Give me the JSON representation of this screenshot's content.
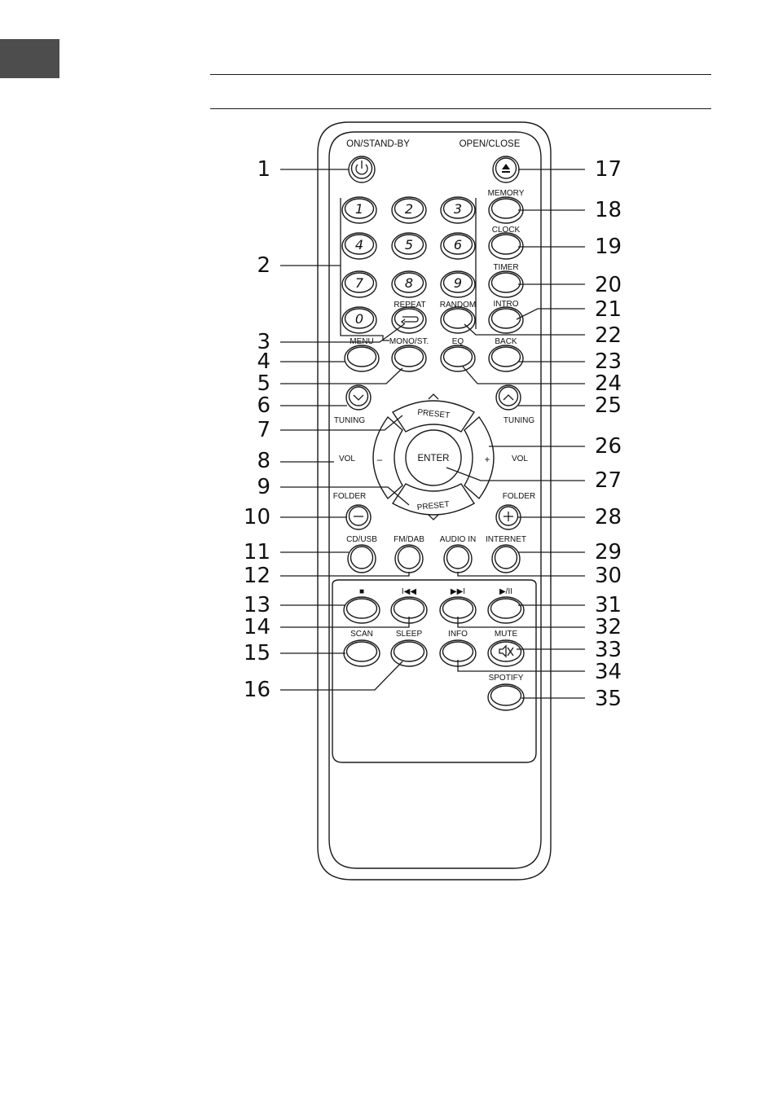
{
  "labels": {
    "on_standby": "ON/STAND-BY",
    "open_close": "OPEN/CLOSE",
    "memory": "MEMORY",
    "clock": "CLOCK",
    "timer": "TIMER",
    "intro": "INTRO",
    "repeat": "REPEAT",
    "random": "RANDOM",
    "menu": "MENU",
    "mono_st": "MONO/ST.",
    "eq": "EQ",
    "back": "BACK",
    "tuning_left": "TUNING",
    "tuning_right": "TUNING",
    "preset_top": "PRESET",
    "preset_bottom": "PRESET",
    "vol_left": "VOL",
    "vol_right": "VOL",
    "vol_minus": "–",
    "vol_plus": "+",
    "enter": "ENTER",
    "folder_left": "FOLDER",
    "folder_right": "FOLDER",
    "cd_usb": "CD/USB",
    "fm_dab": "FM/DAB",
    "audio_in": "AUDIO IN",
    "internet": "INTERNET",
    "scan": "SCAN",
    "sleep": "SLEEP",
    "info": "INFO",
    "mute": "MUTE",
    "spotify": "SPOTIFY"
  },
  "transport_symbols": {
    "stop": "■",
    "prev": "I◀◀",
    "next": "▶▶I",
    "play_pause": "▶/II"
  },
  "digits": [
    "1",
    "2",
    "3",
    "4",
    "5",
    "6",
    "7",
    "8",
    "9",
    "0"
  ],
  "callouts": [
    "1",
    "2",
    "3",
    "4",
    "5",
    "6",
    "7",
    "8",
    "9",
    "10",
    "11",
    "12",
    "13",
    "14",
    "15",
    "16",
    "17",
    "18",
    "19",
    "20",
    "21",
    "22",
    "23",
    "24",
    "25",
    "26",
    "27",
    "28",
    "29",
    "30",
    "31",
    "32",
    "33",
    "34",
    "35"
  ],
  "icons": {
    "power": "power-icon",
    "eject": "eject-icon",
    "repeat": "repeat-icon",
    "tuning_down": "chevron-down-icon",
    "tuning_up": "chevron-up-icon",
    "folder_minus": "minus-icon",
    "folder_plus": "plus-icon",
    "mute": "mute-speaker-icon"
  }
}
